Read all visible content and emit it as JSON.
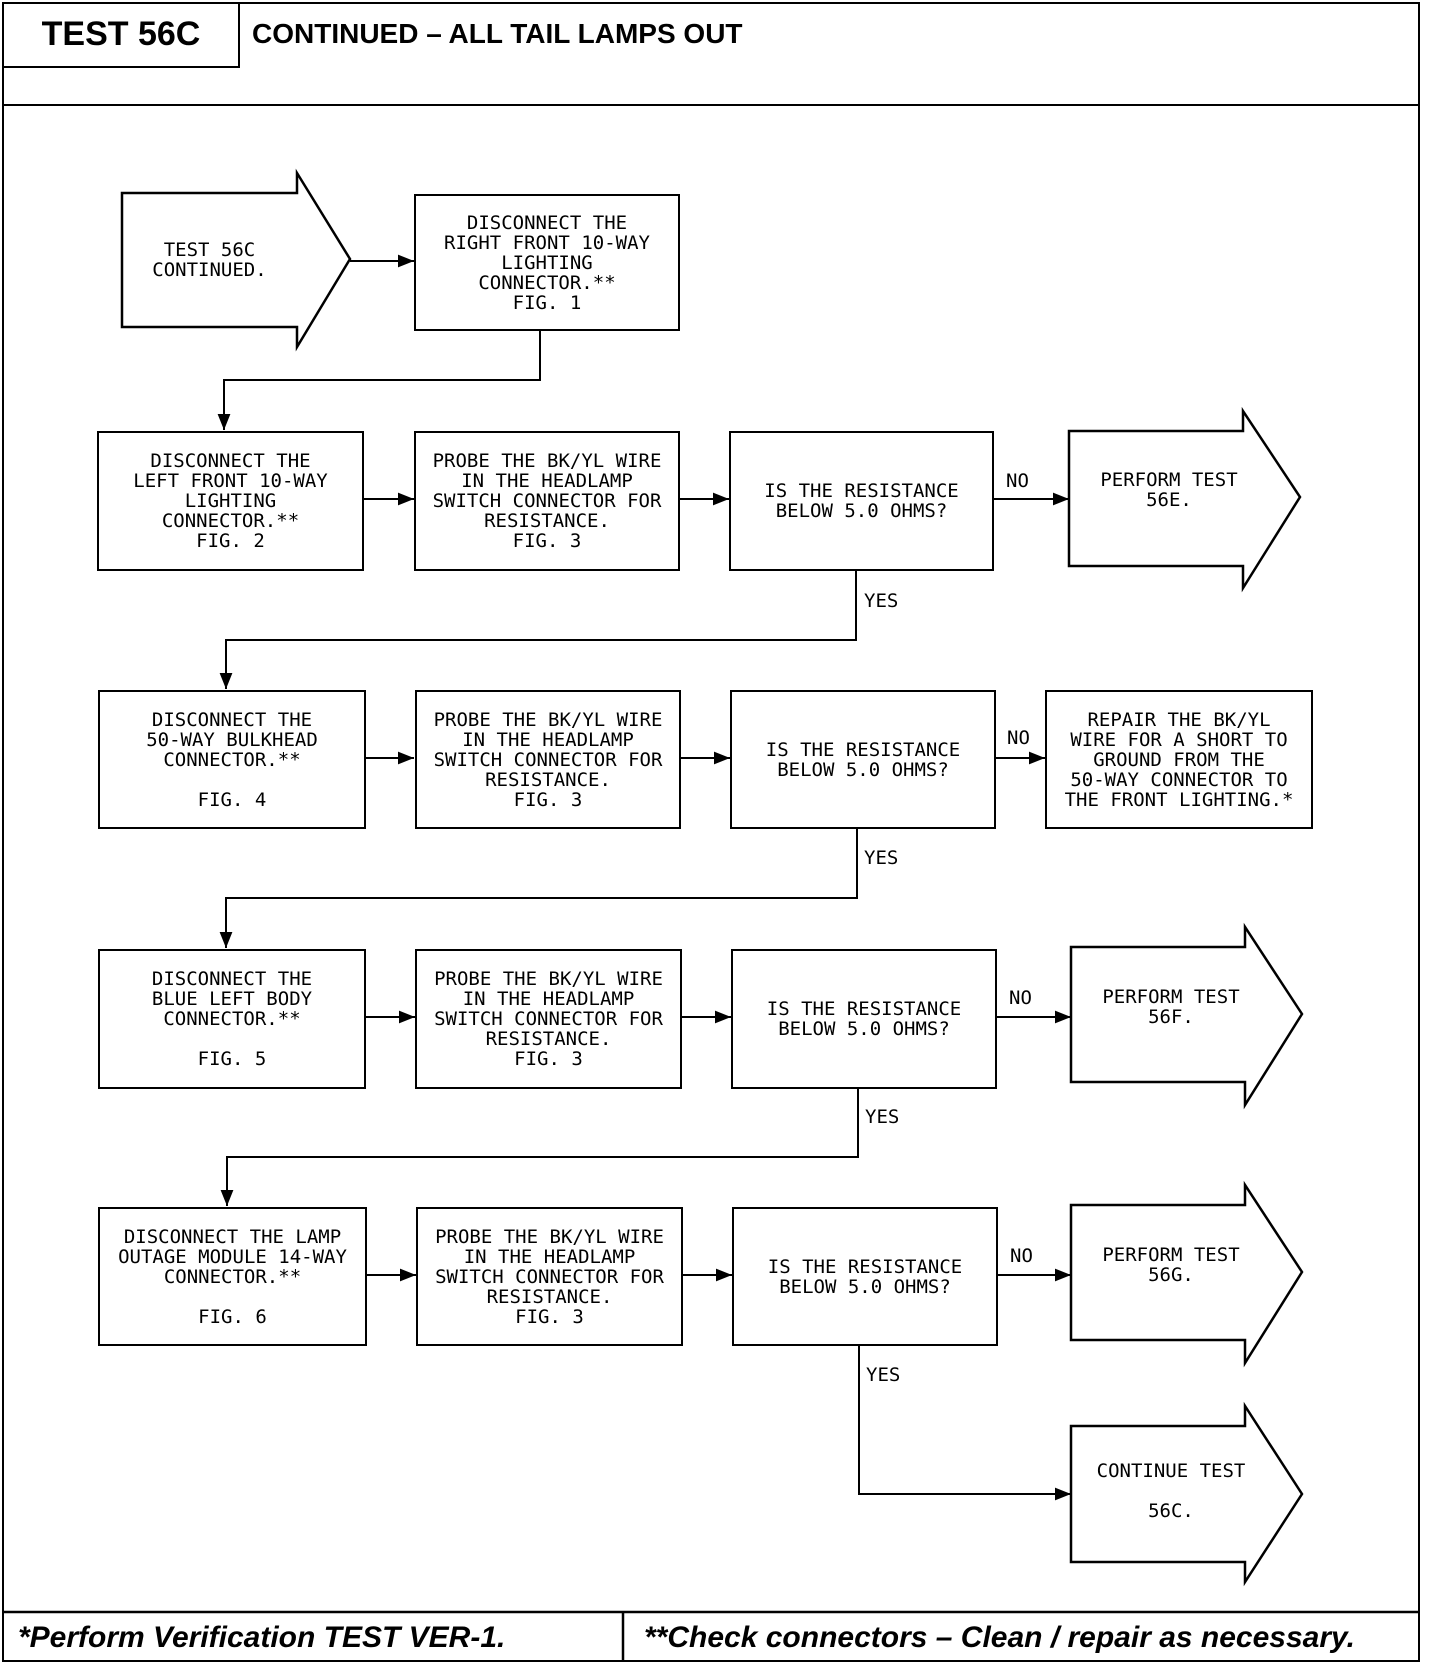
{
  "header": {
    "test_label": "TEST 56C",
    "title": "CONTINUED – ALL TAIL LAMPS OUT"
  },
  "flow": {
    "start": "TEST 56C\nCONTINUED.",
    "step1": "DISCONNECT THE\nRIGHT FRONT 10-WAY\nLIGHTING\nCONNECTOR.**\nFIG. 1",
    "row1": {
      "action": "DISCONNECT THE\nLEFT FRONT 10-WAY\nLIGHTING\nCONNECTOR.**\nFIG. 2",
      "probe": "PROBE THE BK/YL WIRE\nIN THE HEADLAMP\nSWITCH CONNECTOR FOR\nRESISTANCE.\nFIG. 3",
      "question": "IS THE RESISTANCE\nBELOW 5.0 OHMS?",
      "no_label": "NO",
      "yes_label": "YES",
      "no_result": "PERFORM TEST\n56E."
    },
    "row2": {
      "action": "DISCONNECT THE\n50-WAY BULKHEAD\nCONNECTOR.**\n\nFIG. 4",
      "probe": "PROBE THE BK/YL WIRE\nIN THE HEADLAMP\nSWITCH CONNECTOR FOR\nRESISTANCE.\nFIG. 3",
      "question": "IS THE RESISTANCE\nBELOW 5.0 OHMS?",
      "no_label": "NO",
      "yes_label": "YES",
      "no_result": "REPAIR THE BK/YL\nWIRE FOR A SHORT TO\nGROUND FROM THE\n50-WAY CONNECTOR TO\nTHE FRONT LIGHTING.*"
    },
    "row3": {
      "action": "DISCONNECT THE\nBLUE LEFT BODY\nCONNECTOR.**\n\nFIG. 5",
      "probe": "PROBE THE BK/YL WIRE\nIN THE HEADLAMP\nSWITCH CONNECTOR FOR\nRESISTANCE.\nFIG. 3",
      "question": "IS THE RESISTANCE\nBELOW 5.0 OHMS?",
      "no_label": "NO",
      "yes_label": "YES",
      "no_result": "PERFORM TEST\n56F."
    },
    "row4": {
      "action": "DISCONNECT THE LAMP\nOUTAGE MODULE 14-WAY\nCONNECTOR.**\n\nFIG. 6",
      "probe": "PROBE THE BK/YL WIRE\nIN THE HEADLAMP\nSWITCH CONNECTOR FOR\nRESISTANCE.\nFIG. 3",
      "question": "IS THE RESISTANCE\nBELOW 5.0 OHMS?",
      "no_label": "NO",
      "yes_label": "YES",
      "no_result": "PERFORM TEST\n56G."
    },
    "end": "CONTINUE TEST\n\n56C."
  },
  "footer": {
    "left": "*Perform Verification TEST VER-1.",
    "right": "**Check connectors – Clean / repair as necessary."
  }
}
